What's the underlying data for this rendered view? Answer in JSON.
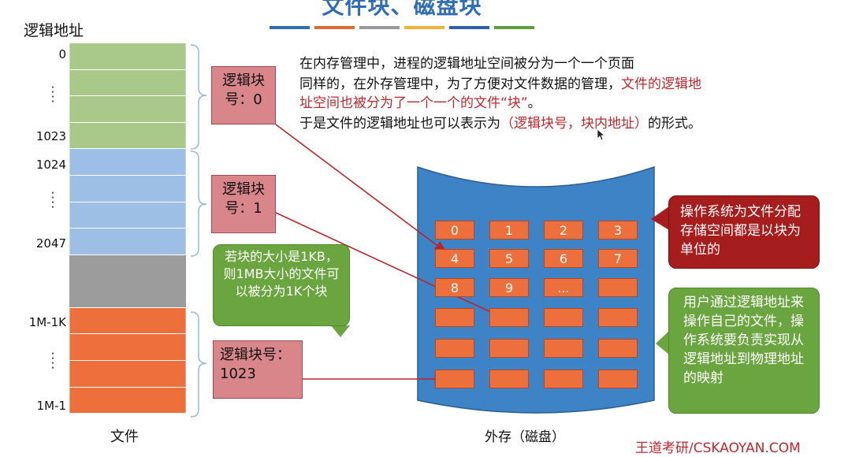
{
  "title": "文件块、磁盘块",
  "title_bar_colors": [
    "#2f6db5",
    "#e06a37",
    "#9a9a9a",
    "#f0b43a",
    "#2f5fb0",
    "#5f9e3f"
  ],
  "file": {
    "heading": "逻辑地址",
    "caption": "文件",
    "addresses": [
      "0",
      "1023",
      "1024",
      "2047",
      "1M-1K",
      "1M-1"
    ]
  },
  "block_labels": {
    "block0": "逻辑块号：0",
    "block1": "逻辑块号：1",
    "block1023_line1": "逻辑块号：",
    "block1023_line2": "1023"
  },
  "paragraph": {
    "line1": "在内存管理中，进程的逻辑地址空间被分为一个一个页面",
    "line2_black": "同样的，在外存管理中，为了方便对文件数据的管理，",
    "line2_red": "文件的逻辑地",
    "line3_red": "址空间也被分为了一个一个的文件“块”",
    "line3_black": "。",
    "line4_black": "于是文件的逻辑地址也可以表示为",
    "line4_red": "（逻辑块号，块内地址）",
    "line4_tail": "的形式。"
  },
  "disk": {
    "caption": "外存（磁盘）",
    "block_numbers": [
      "0",
      "1",
      "2",
      "3",
      "4",
      "5",
      "6",
      "7",
      "8",
      "9",
      "...",
      "",
      "",
      "",
      "",
      "",
      "",
      "",
      "",
      "",
      "",
      "",
      "",
      ""
    ]
  },
  "callouts": {
    "os_alloc": "操作系统为文件分配存储空间都是以块为单位的",
    "user_mapping": "用户通过逻辑地址来操作自己的文件，操作系统要负责实现从逻辑地址到物理地址的映射",
    "block_size": "若块的大小是1KB，则1MB大小的文件可以被分为1K个块"
  },
  "watermark": "王道考研/CSKAOYAN.COM",
  "colors": {
    "title": "#2f6db5",
    "red_text": "#c0272d",
    "file_green": "#a9c98a",
    "file_blue": "#9dbfe6",
    "file_gray": "#9c9c9c",
    "file_orange": "#ec6f3c",
    "disk_blue": "#3d83c6",
    "arrow": "#b8262b"
  }
}
